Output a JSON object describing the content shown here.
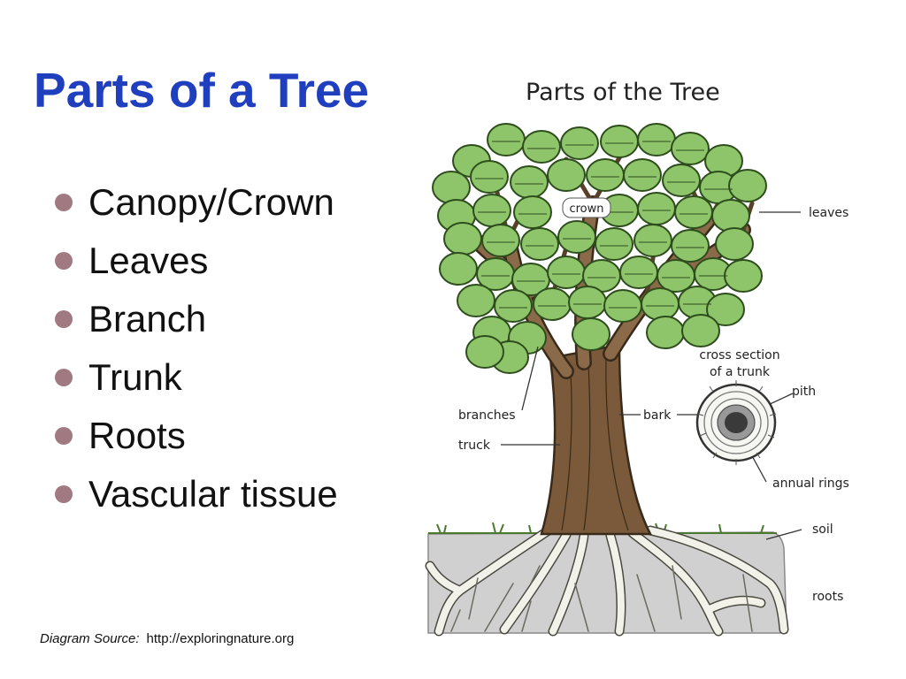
{
  "slide": {
    "title": "Parts of a Tree",
    "bullets": [
      "Canopy/Crown",
      "Leaves",
      "Branch",
      "Trunk",
      "Roots",
      "Vascular tissue"
    ],
    "source_label": "Diagram Source:",
    "source_url": "http://exploringnature.org"
  },
  "diagram": {
    "title": "Parts of the Tree",
    "labels": {
      "crown": "crown",
      "leaves": "leaves",
      "cross_section": "cross section",
      "of_a_trunk": "of a trunk",
      "pith": "pith",
      "bark": "bark",
      "branches": "branches",
      "truck": "truck",
      "annual_rings": "annual rings",
      "soil": "soil",
      "roots": "roots"
    }
  },
  "colors": {
    "title": "#1f3fbf",
    "bullet_dot": "#a07a80",
    "leaf": "#8fc56a",
    "leaf_dark": "#2e4d1d",
    "trunk": "#7a5a3a",
    "trunk_dark": "#3a2a1a",
    "soil": "#d0d0d0",
    "root": "#f2f2ea"
  }
}
